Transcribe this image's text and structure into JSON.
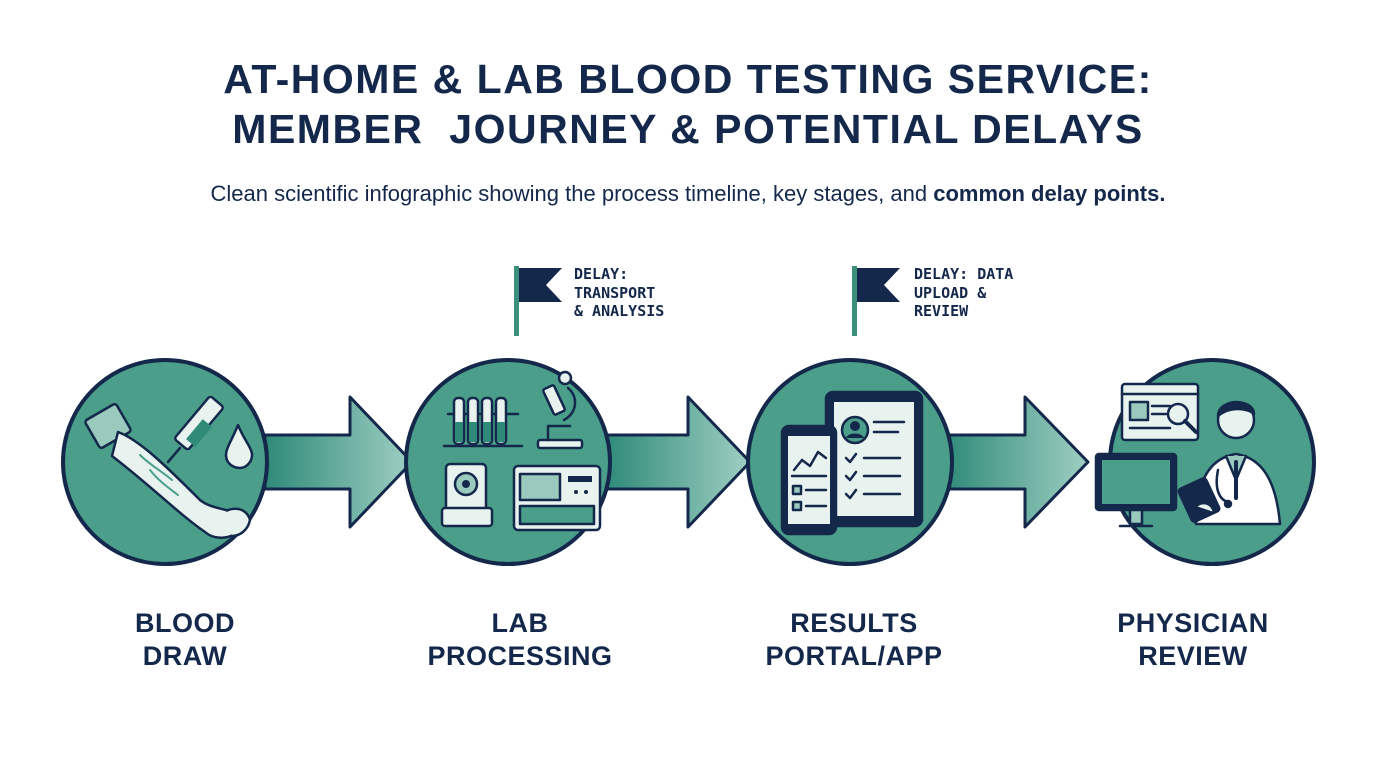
{
  "title": {
    "line1": "AT-HOME & LAB BLOOD TESTING SERVICE:",
    "line2": "MEMBER  JOURNEY & POTENTIAL DELAYS"
  },
  "subtitle": {
    "text": "Clean scientific infographic showing the process timeline, key stages, and ",
    "bold": "common delay points."
  },
  "stages": [
    {
      "line1": "BLOOD",
      "line2": "DRAW",
      "icon": "arm-blood-draw-icon"
    },
    {
      "line1": "LAB",
      "line2": "PROCESSING",
      "icon": "lab-equipment-icon"
    },
    {
      "line1": "RESULTS",
      "line2": "PORTAL/APP",
      "icon": "phone-tablet-results-icon"
    },
    {
      "line1": "PHYSICIAN",
      "line2": "REVIEW",
      "icon": "physician-computer-icon"
    }
  ],
  "delays": [
    {
      "line1": "DELAY:",
      "line2": "TRANSPORT",
      "line3": "& ANALYSIS"
    },
    {
      "line1": "DELAY: DATA",
      "line2": "UPLOAD &",
      "line3": "REVIEW"
    }
  ],
  "colors": {
    "teal": "#4a9e8a",
    "teal_dark": "#1f5d55",
    "navy": "#14284b",
    "flag_pole": "#3a8f7d"
  }
}
